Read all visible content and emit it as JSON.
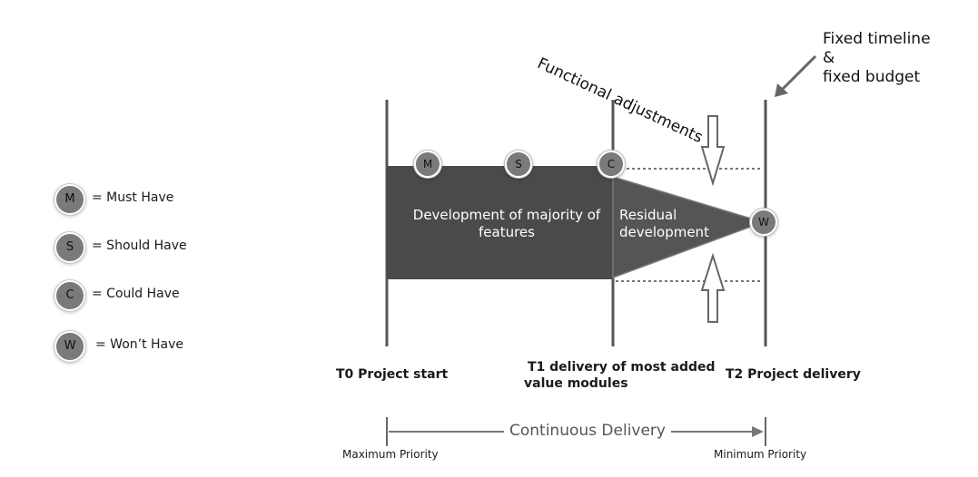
{
  "legend": [
    {
      "letter": "M",
      "label": "= Must Have"
    },
    {
      "letter": "S",
      "label": "= Should Have"
    },
    {
      "letter": "C",
      "label": "= Could Have"
    },
    {
      "letter": "W",
      "label": "= Won’t Have"
    }
  ],
  "annotations": {
    "functional_adjustments": "Functional adjustments",
    "fixed_line1": "Fixed timeline",
    "fixed_line2": "&",
    "fixed_line3": "fixed budget"
  },
  "bar": {
    "main_line1": "Development of majority of",
    "main_line2": "features",
    "residual_line1": "Residual",
    "residual_line2": "development",
    "badges": [
      "M",
      "S",
      "C",
      "W"
    ]
  },
  "milestones": {
    "t0": "T0 Project start",
    "t1_line1": "T1 delivery of most added",
    "t1_line2": "value modules",
    "t2": "T2 Project delivery"
  },
  "axis": {
    "label": "Continuous Delivery",
    "left": "Maximum Priority",
    "right": "Minimum Priority"
  },
  "colors": {
    "bar_fill": "#4a4a4a",
    "badge_fill": "#7a7a7a",
    "line": "#555555"
  }
}
